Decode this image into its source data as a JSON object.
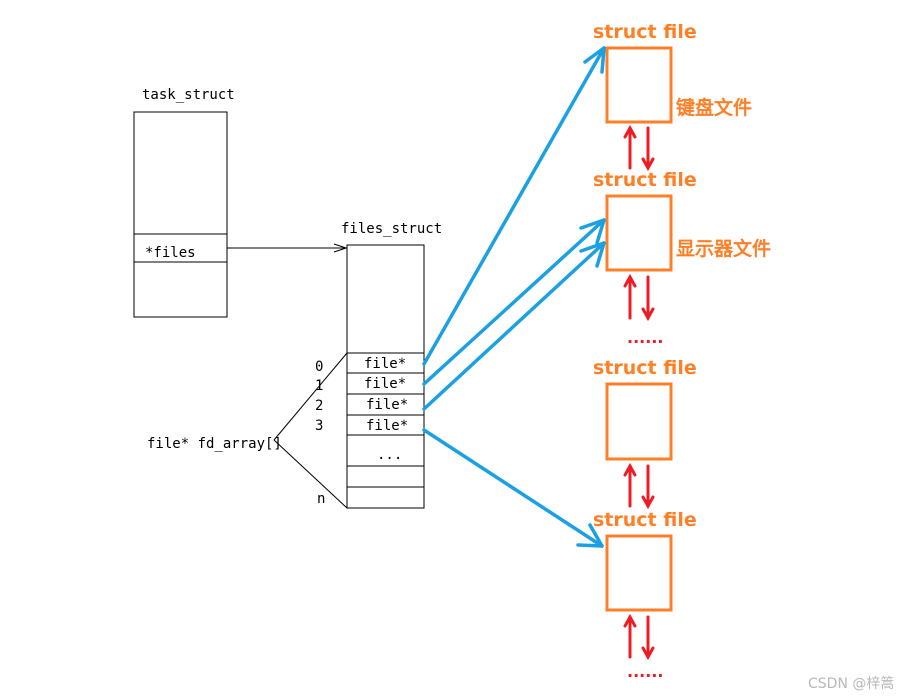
{
  "task_struct": {
    "title": "task_struct",
    "files_field": "*files"
  },
  "files_struct": {
    "title": "files_struct",
    "fd_array_label": "file* fd_array[]",
    "slots": [
      "file*",
      "file*",
      "file*",
      "file*",
      "...",
      "",
      ""
    ],
    "indices": [
      "0",
      "1",
      "2",
      "3",
      "n"
    ]
  },
  "file_objects": [
    {
      "title": "struct file",
      "desc": "键盘文件"
    },
    {
      "title": "struct file",
      "desc": "显示器文件"
    },
    {
      "title": "struct file",
      "desc": ""
    },
    {
      "title": "struct file",
      "desc": ""
    }
  ],
  "continuation": [
    "......",
    "......"
  ],
  "watermark": "CSDN @梓篙",
  "colors": {
    "pointer_arrow": "#1ba1e2",
    "file_box": "#ff7f27",
    "link_arrow": "#ed1c24"
  }
}
